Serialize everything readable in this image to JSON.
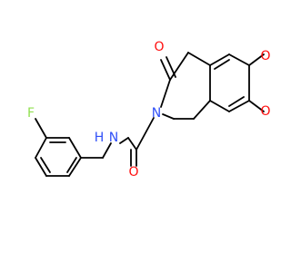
{
  "molecule": {
    "atom_labels": {
      "fluorine": "F",
      "amide_nitrogen": "N",
      "amide_hydrogen": "H",
      "amide_oxygen": "O",
      "ring_nitrogen": "N",
      "ketone_oxygen": "O",
      "methoxy_oxygen_upper": "O",
      "methoxy_oxygen_lower": "O"
    },
    "colors": {
      "bond": "#000000",
      "nitrogen": "#3050f8",
      "oxygen": "#ff0d0d",
      "fluorine": "#90e050",
      "hydrogen": "#3050f8"
    }
  }
}
